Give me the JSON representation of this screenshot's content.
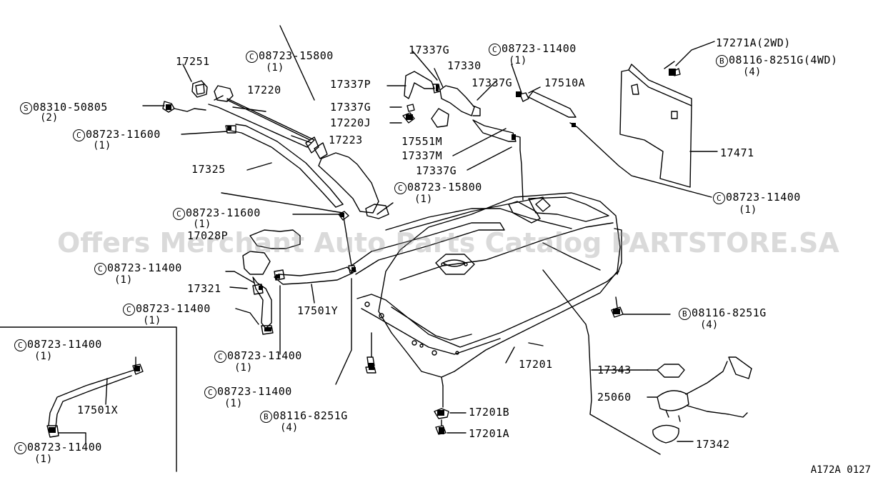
{
  "watermark": "Offers Merchant Auto Parts Catalog PARTSTORE.SA",
  "diagram_code": "A172A 0127",
  "labels": {
    "p17251": "17251",
    "p08723_15800_a": "08723-15800",
    "p08723_15800_a_qty": "(1)",
    "p17220": "17220",
    "p08310_50805": "08310-50805",
    "p08310_50805_qty": "(2)",
    "p08723_11600_a": "08723-11600",
    "p08723_11600_a_qty": "(1)",
    "p17325": "17325",
    "p17223": "17223",
    "p08723_15800_b": "08723-15800",
    "p08723_15800_b_qty": "(1)",
    "p17337G_a": "17337G",
    "p17330": "17330",
    "p17337P": "17337P",
    "p17337G_b": "17337G",
    "p17337G_c": "17337G",
    "p17220J": "17220J",
    "p17551M": "17551M",
    "p17337M": "17337M",
    "p17337G_d": "17337G",
    "p08723_11400_a": "08723-11400",
    "p08723_11400_a_qty": "(1)",
    "p17510A": "17510A",
    "p17271A": "17271A(2WD)",
    "p08116_8251G_a": "08116-8251G(4WD)",
    "p08116_8251G_a_qty": "(4)",
    "p17471": "17471",
    "p08723_11400_b": "08723-11400",
    "p08723_11400_b_qty": "(1)",
    "p08723_11600_b": "08723-11600",
    "p08723_11600_b_qty": "(1)",
    "p17028P": "17028P",
    "p08723_11400_c": "08723-11400",
    "p08723_11400_c_qty": "(1)",
    "p17321": "17321",
    "p08723_11400_d": "08723-11400",
    "p08723_11400_d_qty": "(1)",
    "p17501Y": "17501Y",
    "p08723_11400_e": "08723-11400",
    "p08723_11400_e_qty": "(1)",
    "p08723_11400_f": "08723-11400",
    "p08723_11400_f_qty": "(1)",
    "p08116_8251G_b": "08116-8251G",
    "p08116_8251G_b_qty": "(4)",
    "p08116_8251G_c": "08116-8251G",
    "p08116_8251G_c_qty": "(4)",
    "p17201": "17201",
    "p17343": "17343",
    "p25060": "25060",
    "p17201B": "17201B",
    "p17201A": "17201A",
    "p17342": "17342",
    "p08723_11400_g": "08723-11400",
    "p08723_11400_g_qty": "(1)",
    "p17501X": "17501X",
    "p08723_11400_h": "08723-11400",
    "p08723_11400_h_qty": "(1)"
  },
  "prefixes": {
    "C": "C",
    "S": "S",
    "B": "B"
  }
}
